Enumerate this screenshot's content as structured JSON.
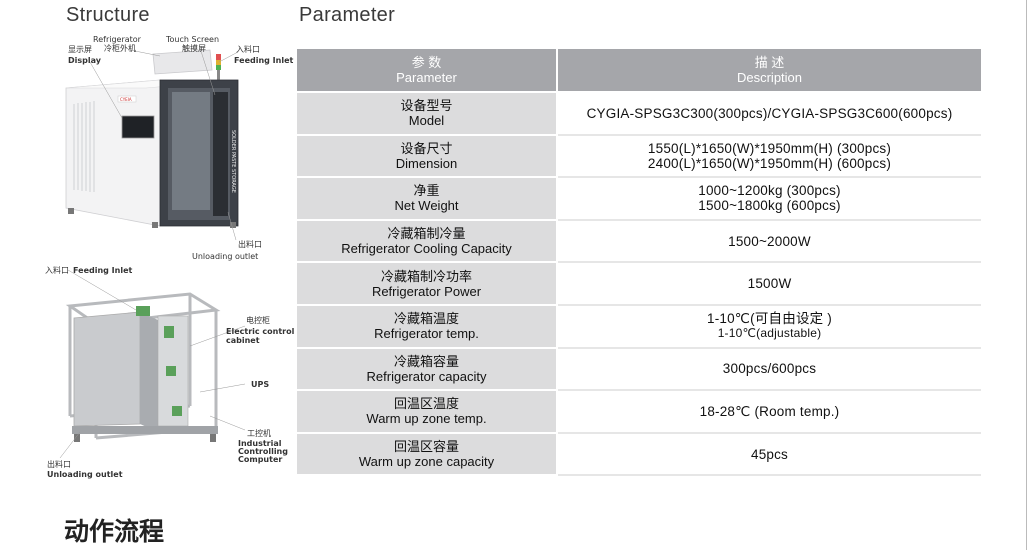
{
  "left": {
    "title": "Structure",
    "top_callouts": {
      "display_zh": "显示屏",
      "display_en": "Display",
      "refrigerator_en": "Refrigerator",
      "refrigerator_zh": "冷柜外机",
      "touch_en": "Touch Screen",
      "touch_zh": "触摸屏",
      "feeding_zh": "入料口",
      "feeding_en": "Feeding Inlet",
      "unloading_zh": "出料口",
      "unloading_en": "Unloading outlet"
    },
    "machine_labels": {
      "side_text": "SOLDER PASTE STORAGE",
      "brand": "CYEIA"
    },
    "bottom_callouts": {
      "feeding_zh": "入料口",
      "feeding_en": "Feeding Inlet",
      "cabinet_zh": "电控柜",
      "cabinet_en1": "Electric control",
      "cabinet_en2": "cabinet",
      "ups": "UPS",
      "ipc_zh": "工控机",
      "ipc_en1": "Industrial",
      "ipc_en2": "Controlling",
      "ipc_en3": "Computer",
      "unloading_zh": "出料口",
      "unloading_en": "Unloading outlet"
    }
  },
  "right": {
    "title": "Parameter",
    "header": {
      "param_zh": "参 数",
      "param_en": "Parameter",
      "desc_zh": "描 述",
      "desc_en": "Description"
    },
    "rows": [
      {
        "zh": "设备型号",
        "en": "Model",
        "desc": [
          "CYGIA-SPSG3C300(300pcs)/CYGIA-SPSG3C600(600pcs)"
        ]
      },
      {
        "zh": "设备尺寸",
        "en": "Dimension",
        "desc": [
          "1550(L)*1650(W)*1950mm(H)  (300pcs)",
          "2400(L)*1650(W)*1950mm(H)  (600pcs)"
        ]
      },
      {
        "zh": "净重",
        "en": "Net Weight",
        "desc": [
          "1000~1200kg   (300pcs)",
          "1500~1800kg   (600pcs)"
        ]
      },
      {
        "zh": "冷藏箱制冷量",
        "en": "Refrigerator Cooling Capacity",
        "desc": [
          "1500~2000W"
        ]
      },
      {
        "zh": "冷藏箱制冷功率",
        "en": "Refrigerator Power",
        "desc": [
          "1500W"
        ]
      },
      {
        "zh": "冷藏箱温度",
        "en": "Refrigerator temp.",
        "desc": [
          "1-10℃(可自由设定 )",
          "1-10℃(adjustable)"
        ]
      },
      {
        "zh": "冷藏箱容量",
        "en": "Refrigerator capacity",
        "desc": [
          "300pcs/600pcs"
        ]
      },
      {
        "zh": "回温区温度",
        "en": "Warm up zone temp.",
        "desc": [
          "18-28℃ (Room temp.)"
        ]
      },
      {
        "zh": "回温区容量",
        "en": "Warm up zone capacity",
        "desc": [
          "45pcs"
        ]
      }
    ]
  },
  "bottom": {
    "title": "动作流程"
  },
  "colors": {
    "header_bg": "#a5a6aa",
    "param_cell_bg": "#dcdcdd",
    "desc_cell_bg": "#ffffff"
  }
}
